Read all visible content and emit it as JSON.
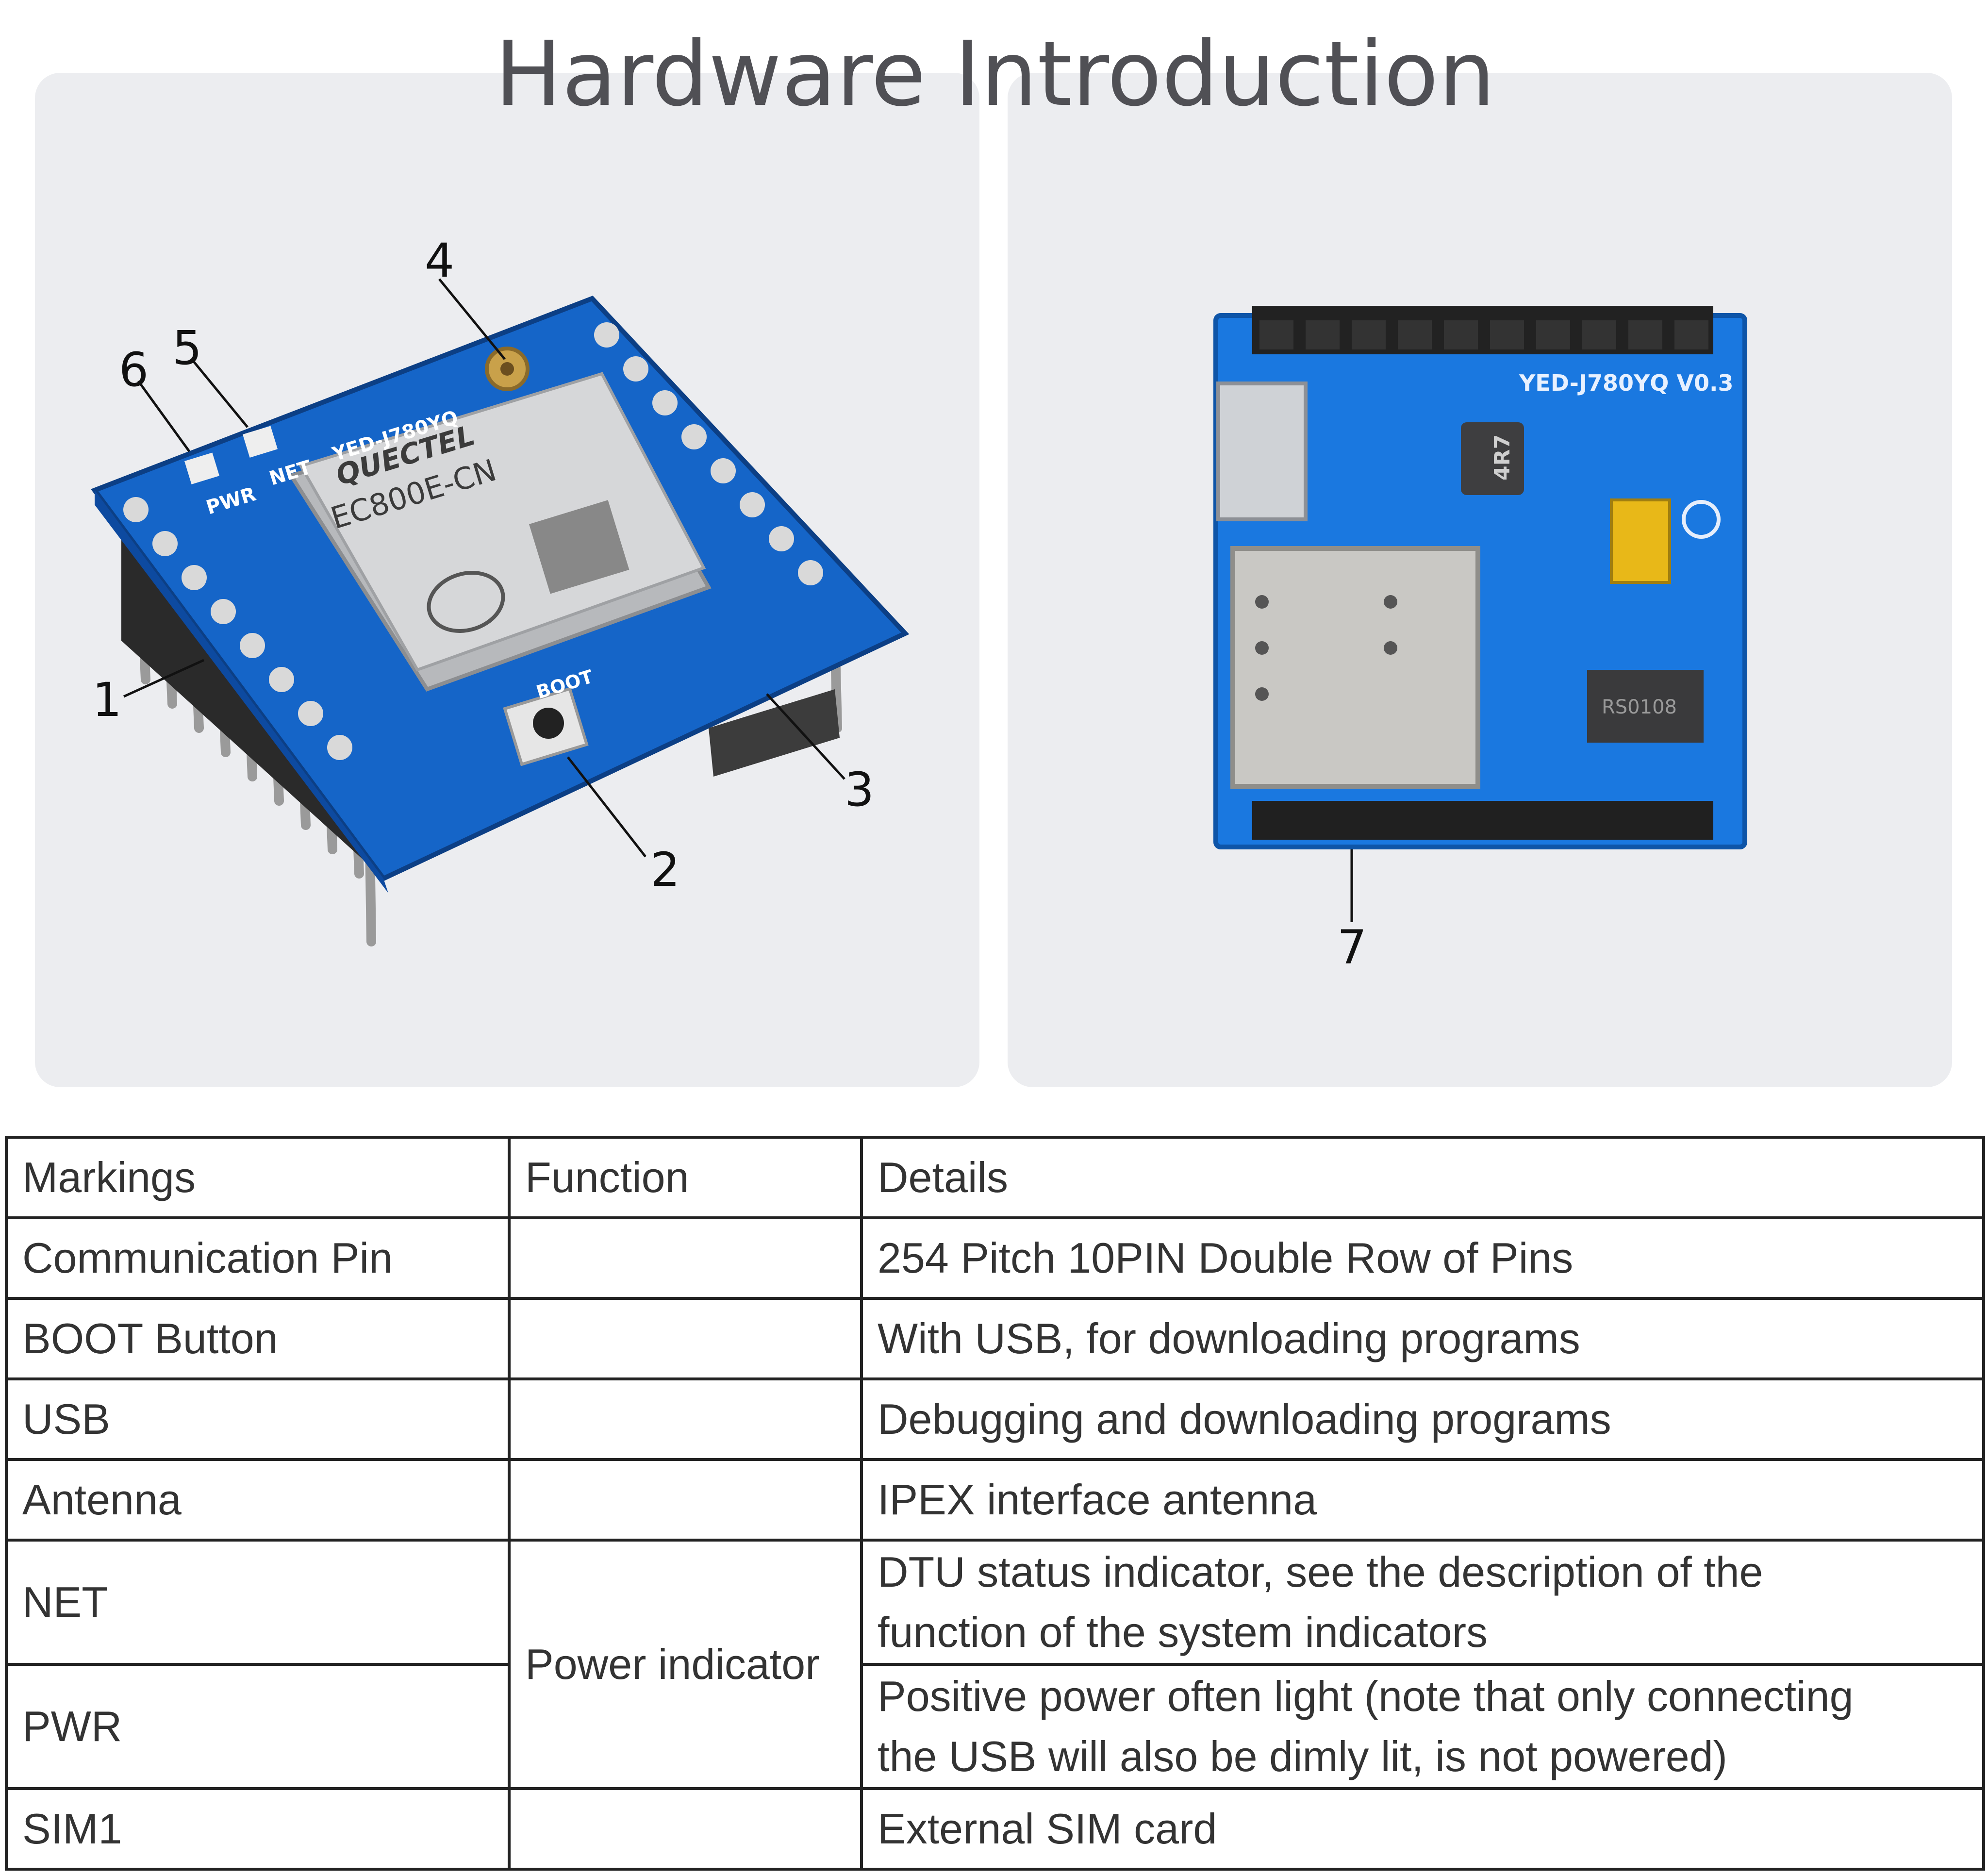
{
  "title": "Hardware Introduction",
  "board_left": {
    "module_brand": "QUECTEL",
    "module_model": "EC800E-CN",
    "silk_board": "YED-J780YQ",
    "silk_pwr": "PWR",
    "silk_net": "NET",
    "silk_boot": "BOOT"
  },
  "board_right": {
    "silk_board": "YED-J780YQ V0.3",
    "inductor": "4R7",
    "chip": "RS0108"
  },
  "callouts": [
    "1",
    "2",
    "3",
    "4",
    "5",
    "6",
    "7"
  ],
  "table": {
    "headers": [
      "Markings",
      "Function",
      "Details"
    ],
    "rows": [
      {
        "marking": "Communication Pin",
        "function": "",
        "details": "254 Pitch 10PIN Double Row of Pins"
      },
      {
        "marking": "BOOT Button",
        "function": "",
        "details": "With USB, for downloading programs"
      },
      {
        "marking": "USB",
        "function": "",
        "details": "Debugging and downloading programs"
      },
      {
        "marking": "Antenna",
        "function": "",
        "details": "IPEX interface antenna"
      },
      {
        "marking": "NET",
        "function": "Power indicator",
        "details_line1": "DTU status indicator, see the description of the",
        "details_line2": "function of the system indicators"
      },
      {
        "marking": "PWR",
        "details_line1": "Positive power often light (note that only connecting",
        "details_line2": " the USB will also be dimly lit, is not powered)"
      },
      {
        "marking": "SIM1",
        "function": "",
        "details": "External SIM card"
      }
    ]
  }
}
